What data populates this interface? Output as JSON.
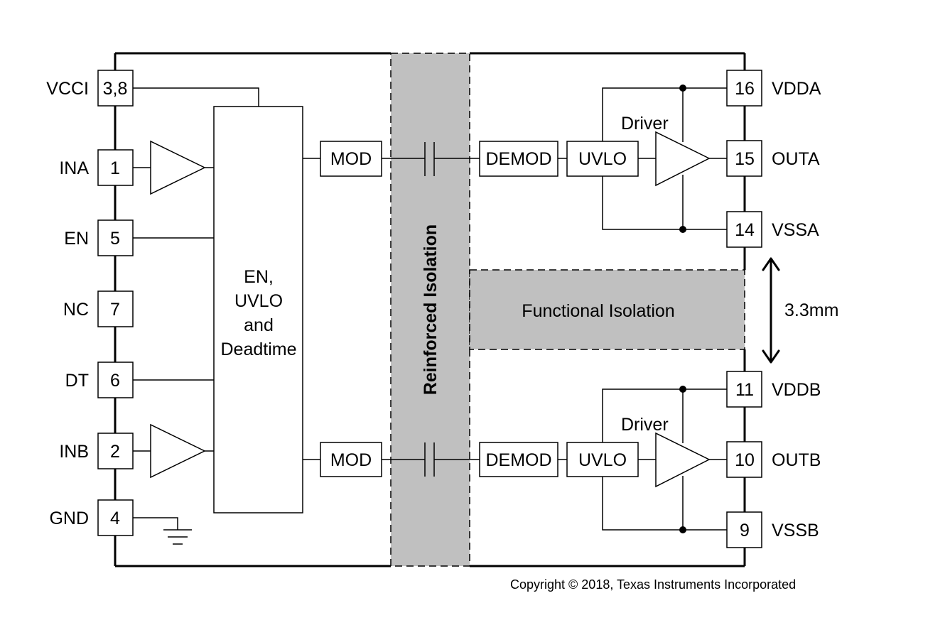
{
  "left_pins": [
    {
      "name": "VCCI",
      "number": "3,8"
    },
    {
      "name": "INA",
      "number": "1"
    },
    {
      "name": "EN",
      "number": "5"
    },
    {
      "name": "NC",
      "number": "7"
    },
    {
      "name": "DT",
      "number": "6"
    },
    {
      "name": "INB",
      "number": "2"
    },
    {
      "name": "GND",
      "number": "4"
    }
  ],
  "right_pins": [
    {
      "name": "VDDA",
      "number": "16"
    },
    {
      "name": "OUTA",
      "number": "15"
    },
    {
      "name": "VSSA",
      "number": "14"
    },
    {
      "name": "VDDB",
      "number": "11"
    },
    {
      "name": "OUTB",
      "number": "10"
    },
    {
      "name": "VSSB",
      "number": "9"
    }
  ],
  "control_block": {
    "lines": [
      "EN,",
      "UVLO",
      "and",
      "Deadtime"
    ]
  },
  "channel_a": {
    "mod": "MOD",
    "demod": "DEMOD",
    "uvlo": "UVLO",
    "driver": "Driver"
  },
  "channel_b": {
    "mod": "MOD",
    "demod": "DEMOD",
    "uvlo": "UVLO",
    "driver": "Driver"
  },
  "reinforced_isolation": "Reinforced Isolation",
  "functional_isolation": "Functional Isolation",
  "spacing": "3.3mm",
  "copyright": "Copyright © 2018, Texas Instruments Incorporated",
  "colors": {
    "barrier_fill": "#c0c0c0",
    "line": "#000000"
  }
}
